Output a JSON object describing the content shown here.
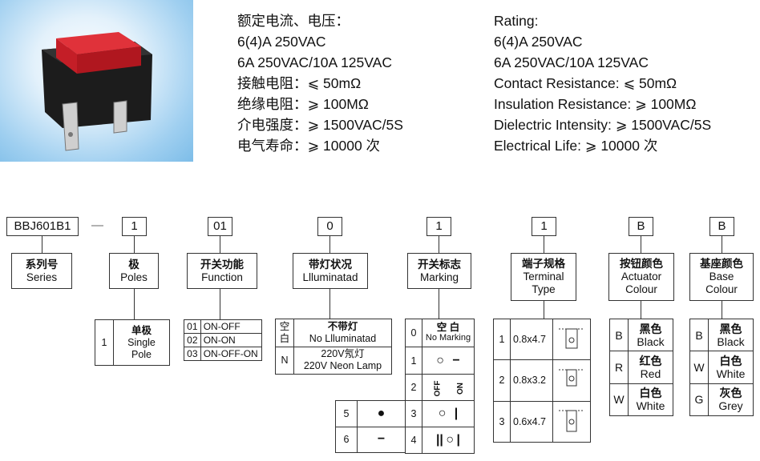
{
  "specs_cn": [
    "额定电流、电压：",
    "6(4)A 250VAC",
    "6A 250VAC/10A 125VAC",
    "接触电阻：⩽ 50mΩ",
    "绝缘电阻：⩾ 100MΩ",
    "介电强度：⩾ 1500VAC/5S",
    "电气寿命：⩾ 10000 次"
  ],
  "specs_en": [
    "Rating:",
    "6(4)A 250VAC",
    "6A 250VAC/10A 125VAC",
    "Contact Resistance: ⩽ 50mΩ",
    "Insulation Resistance: ⩾ 100MΩ",
    "Dielectric Intensity: ⩾ 1500VAC/5S",
    "Electrical Life: ⩾ 10000 次"
  ],
  "codes": {
    "series": "BBJ601B1",
    "dash": "—",
    "poles": "1",
    "function": "01",
    "illuminated": "0",
    "marking": "1",
    "terminal": "1",
    "actuator": "B",
    "base": "B"
  },
  "labels": {
    "series": {
      "cn": "系列号",
      "en": "Series"
    },
    "poles": {
      "cn": "极",
      "en": "Poles"
    },
    "function": {
      "cn": "开关功能",
      "en": "Function"
    },
    "illuminated": {
      "cn": "带灯状况",
      "en": "Llluminatad"
    },
    "marking": {
      "cn": "开关标志",
      "en": "Marking"
    },
    "terminal": {
      "cn": "端子规格",
      "en1": "Terminal",
      "en2": "Type"
    },
    "actuator": {
      "cn": "按钮颜色",
      "en1": "Actuator",
      "en2": "Colour"
    },
    "base": {
      "cn": "基座颜色",
      "en1": "Base",
      "en2": "Colour"
    }
  },
  "poles_table": {
    "code": "1",
    "cn": "单极",
    "en1": "Single",
    "en2": "Pole"
  },
  "function_table": [
    {
      "code": "01",
      "label": "ON-OFF"
    },
    {
      "code": "02",
      "label": "ON-ON"
    },
    {
      "code": "03",
      "label": "ON-OFF-ON"
    }
  ],
  "illum_table": [
    {
      "code1": "空",
      "code2": "白",
      "cn": "不带灯",
      "en": "No Llluminatad"
    },
    {
      "code": "N",
      "cn": "220V氖灯",
      "en": "220V Neon Lamp"
    }
  ],
  "marking_table": {
    "r0": {
      "code": "0",
      "cn": "空 白",
      "en": "No Marking"
    },
    "r1": {
      "code": "1"
    },
    "r2": {
      "code": "2",
      "off": "OFF",
      "on": "ON"
    },
    "r3": {
      "code": "3"
    },
    "r4": {
      "code": "4"
    },
    "r5": {
      "code": "5"
    },
    "r6": {
      "code": "6"
    }
  },
  "terminal_table": [
    {
      "code": "1",
      "size": "0.8x4.7"
    },
    {
      "code": "2",
      "size": "0.8x3.2"
    },
    {
      "code": "3",
      "size": "0.6x4.7"
    }
  ],
  "actuator_table": [
    {
      "code": "B",
      "cn": "黑色",
      "en": "Black"
    },
    {
      "code": "R",
      "cn": "红色",
      "en": "Red"
    },
    {
      "code": "W",
      "cn": "白色",
      "en": "White"
    }
  ],
  "base_table": [
    {
      "code": "B",
      "cn": "黑色",
      "en": "Black"
    },
    {
      "code": "W",
      "cn": "白色",
      "en": "White"
    },
    {
      "code": "G",
      "cn": "灰色",
      "en": "Grey"
    }
  ],
  "colors": {
    "cap": "#e0323a",
    "body": "#1c1c1c",
    "photo_bg": "#9fcff0"
  }
}
